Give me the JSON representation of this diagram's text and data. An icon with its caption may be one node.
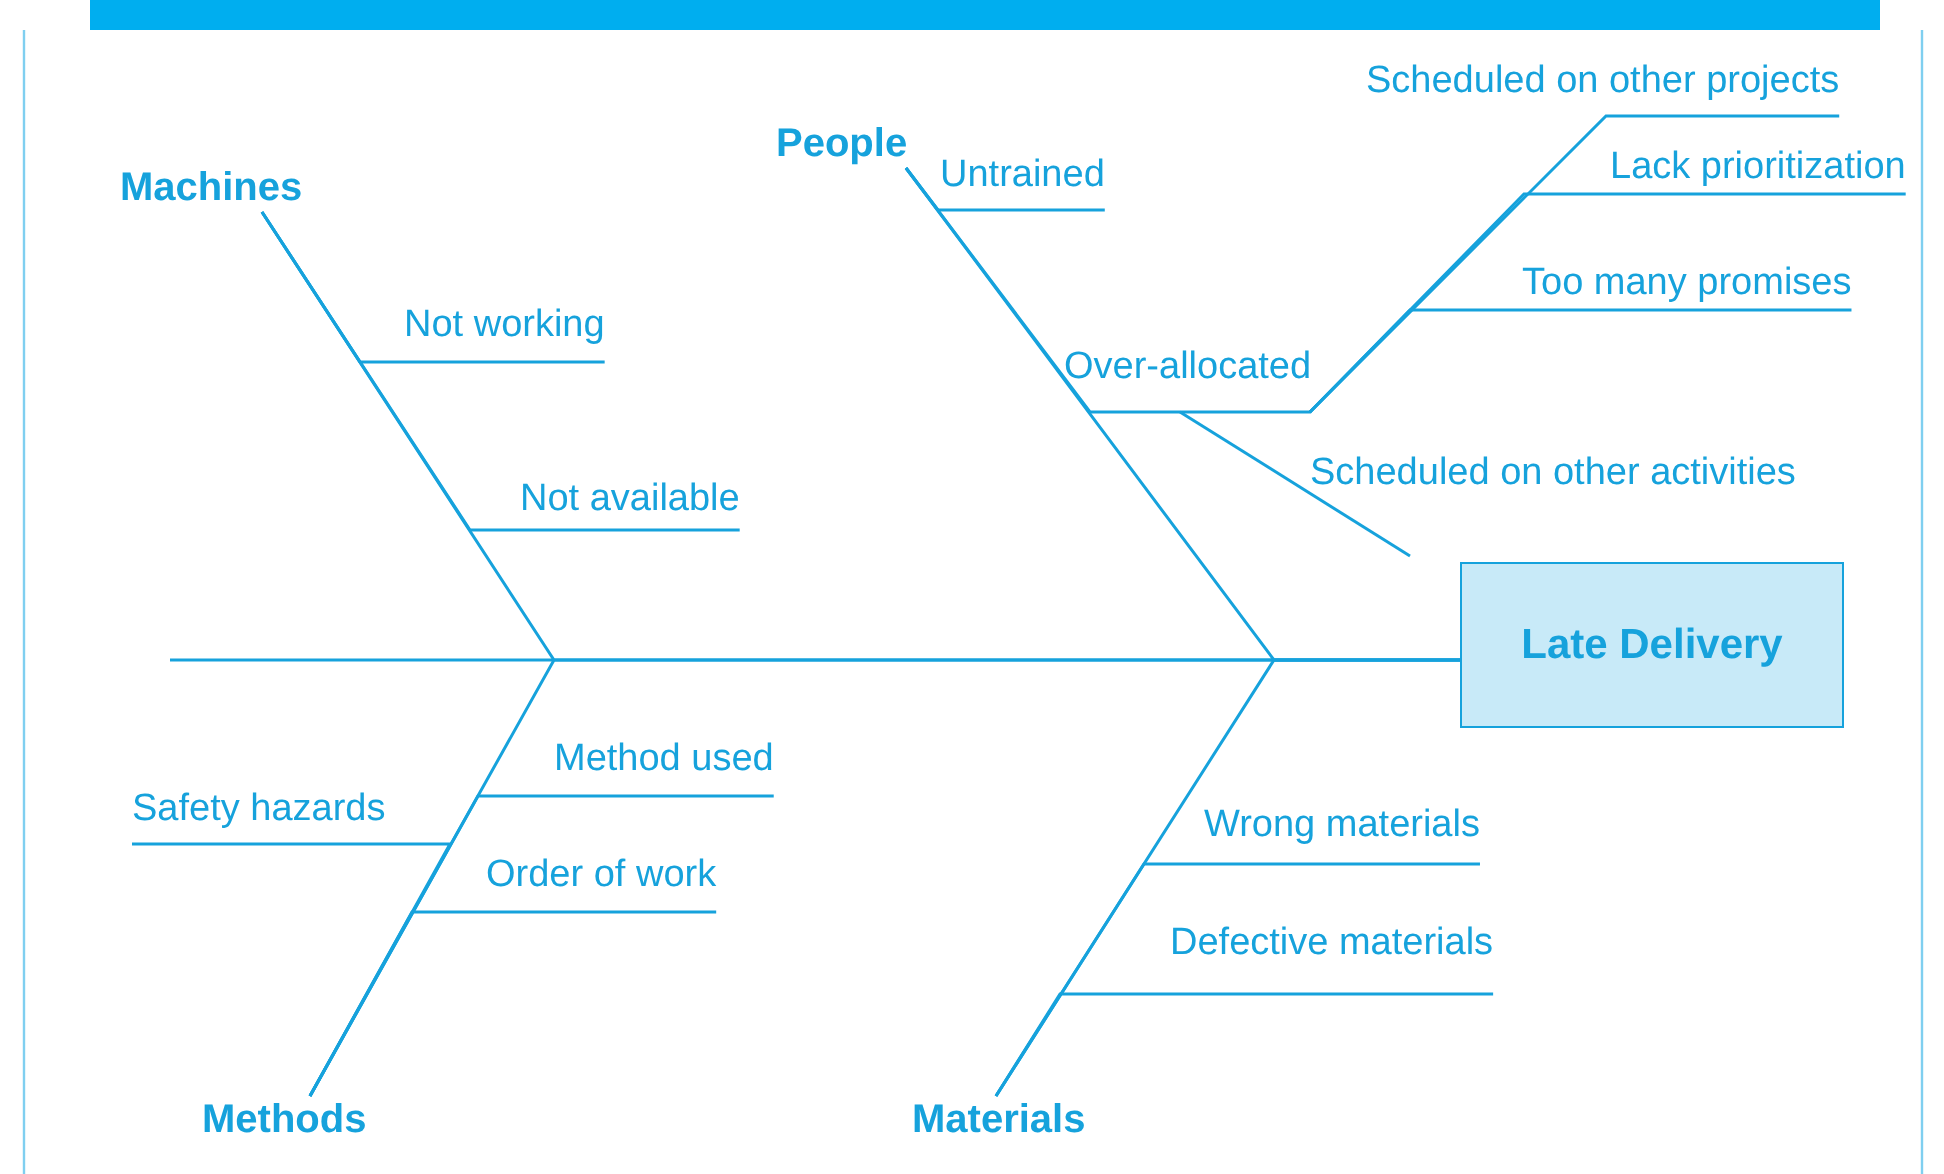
{
  "diagram": {
    "nodes": [
      {
        "text": [
          "Machines"
        ]
      },
      {
        "text": [
          "Not working"
        ]
      },
      {
        "text": [
          "Not available"
        ]
      },
      {
        "text": [
          "People"
        ]
      },
      {
        "text": [
          "Untrained"
        ]
      },
      {
        "text": [
          "Over-allocated"
        ]
      },
      {
        "text": [
          "Scheduled on other projects"
        ]
      },
      {
        "text": [
          "Lack prioritization"
        ]
      },
      {
        "text": [
          "Too many promises"
        ]
      },
      {
        "text": [
          "Scheduled on other activities"
        ]
      },
      {
        "text": [
          "Late Delivery"
        ]
      },
      {
        "text": [
          "Methods"
        ]
      },
      {
        "text": [
          "Method used"
        ]
      },
      {
        "text": [
          "Safety hazards"
        ]
      },
      {
        "text": [
          "Order of work"
        ]
      },
      {
        "text": [
          "Materials"
        ]
      },
      {
        "text": [
          "Wrong materials"
        ]
      },
      {
        "text": [
          "Defective materials"
        ]
      }
    ],
    "edges": [
      {
        "from": 0,
        "to": 10,
        "arrow": "none"
      },
      {
        "from": 3,
        "to": 10,
        "arrow": "none"
      },
      {
        "from": 11,
        "to": 10,
        "arrow": "none"
      },
      {
        "from": 15,
        "to": 10,
        "arrow": "none"
      },
      {
        "from": 1,
        "to": 0,
        "arrow": "none"
      },
      {
        "from": 2,
        "to": 0,
        "arrow": "none"
      },
      {
        "from": 4,
        "to": 3,
        "arrow": "none"
      },
      {
        "from": 5,
        "to": 3,
        "arrow": "none"
      },
      {
        "from": 6,
        "to": 5,
        "arrow": "none"
      },
      {
        "from": 7,
        "to": 5,
        "arrow": "none"
      },
      {
        "from": 8,
        "to": 5,
        "arrow": "none"
      },
      {
        "from": 9,
        "to": 5,
        "arrow": "none"
      },
      {
        "from": 12,
        "to": 11,
        "arrow": "none"
      },
      {
        "from": 13,
        "to": 11,
        "arrow": "none"
      },
      {
        "from": 14,
        "to": 11,
        "arrow": "none"
      },
      {
        "from": 16,
        "to": 15,
        "arrow": "none"
      },
      {
        "from": 17,
        "to": 15,
        "arrow": "none"
      }
    ]
  }
}
